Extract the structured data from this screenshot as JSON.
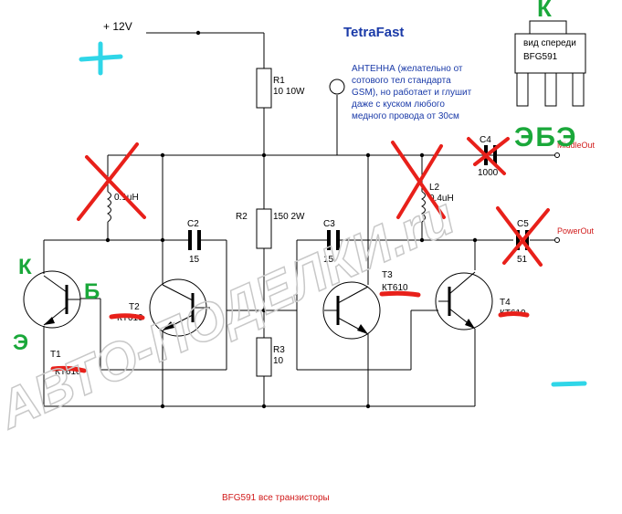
{
  "title": "TetraFast",
  "supply": "+ 12V",
  "antenna_note": [
    "АНТЕННА (желательно от",
    "сотового тел стандарта",
    "GSM), но работает и глушит",
    "даже с куском любого",
    "медного провода от 30см"
  ],
  "package": {
    "title": "вид спереди",
    "part": "BFG591"
  },
  "footer": "BFG591 все транзисторы",
  "watermark": "АВТО-ПОДЕЛКИ.ru",
  "outputs": {
    "middle": "MiddleOut",
    "power": "PowerOut"
  },
  "components": {
    "R1": {
      "name": "R1",
      "value": "10 10W"
    },
    "R2": {
      "name": "R2",
      "value": "150 2W"
    },
    "R3": {
      "name": "R3",
      "value": "10"
    },
    "C2": {
      "name": "C2",
      "value": "15"
    },
    "C3": {
      "name": "C3",
      "value": "15"
    },
    "C4": {
      "name": "C4",
      "value": "1000"
    },
    "C5": {
      "name": "C5",
      "value": "51"
    },
    "L1": {
      "value": "0.1uH"
    },
    "L2": {
      "name": "L2",
      "value": "0.4uH"
    },
    "T1": {
      "name": "T1",
      "type": "КТ610"
    },
    "T2": {
      "name": "T2",
      "type": "КТ610"
    },
    "T3": {
      "name": "T3",
      "type": "КТ610"
    },
    "T4": {
      "name": "T4",
      "type": "КТ610"
    }
  },
  "annotations": {
    "plus": "+",
    "minus": "−",
    "pin_k": "К",
    "pin_b": "Б",
    "pin_e": "Э",
    "pins_ebe": "ЭБЭ",
    "pin_k_top": "К"
  },
  "colors": {
    "title": "#1a3aa8",
    "red_mark": "#e8201a",
    "green_mark": "#1aa83a",
    "cyan_mark": "#2fd6e8",
    "output": "#d11a1a"
  }
}
